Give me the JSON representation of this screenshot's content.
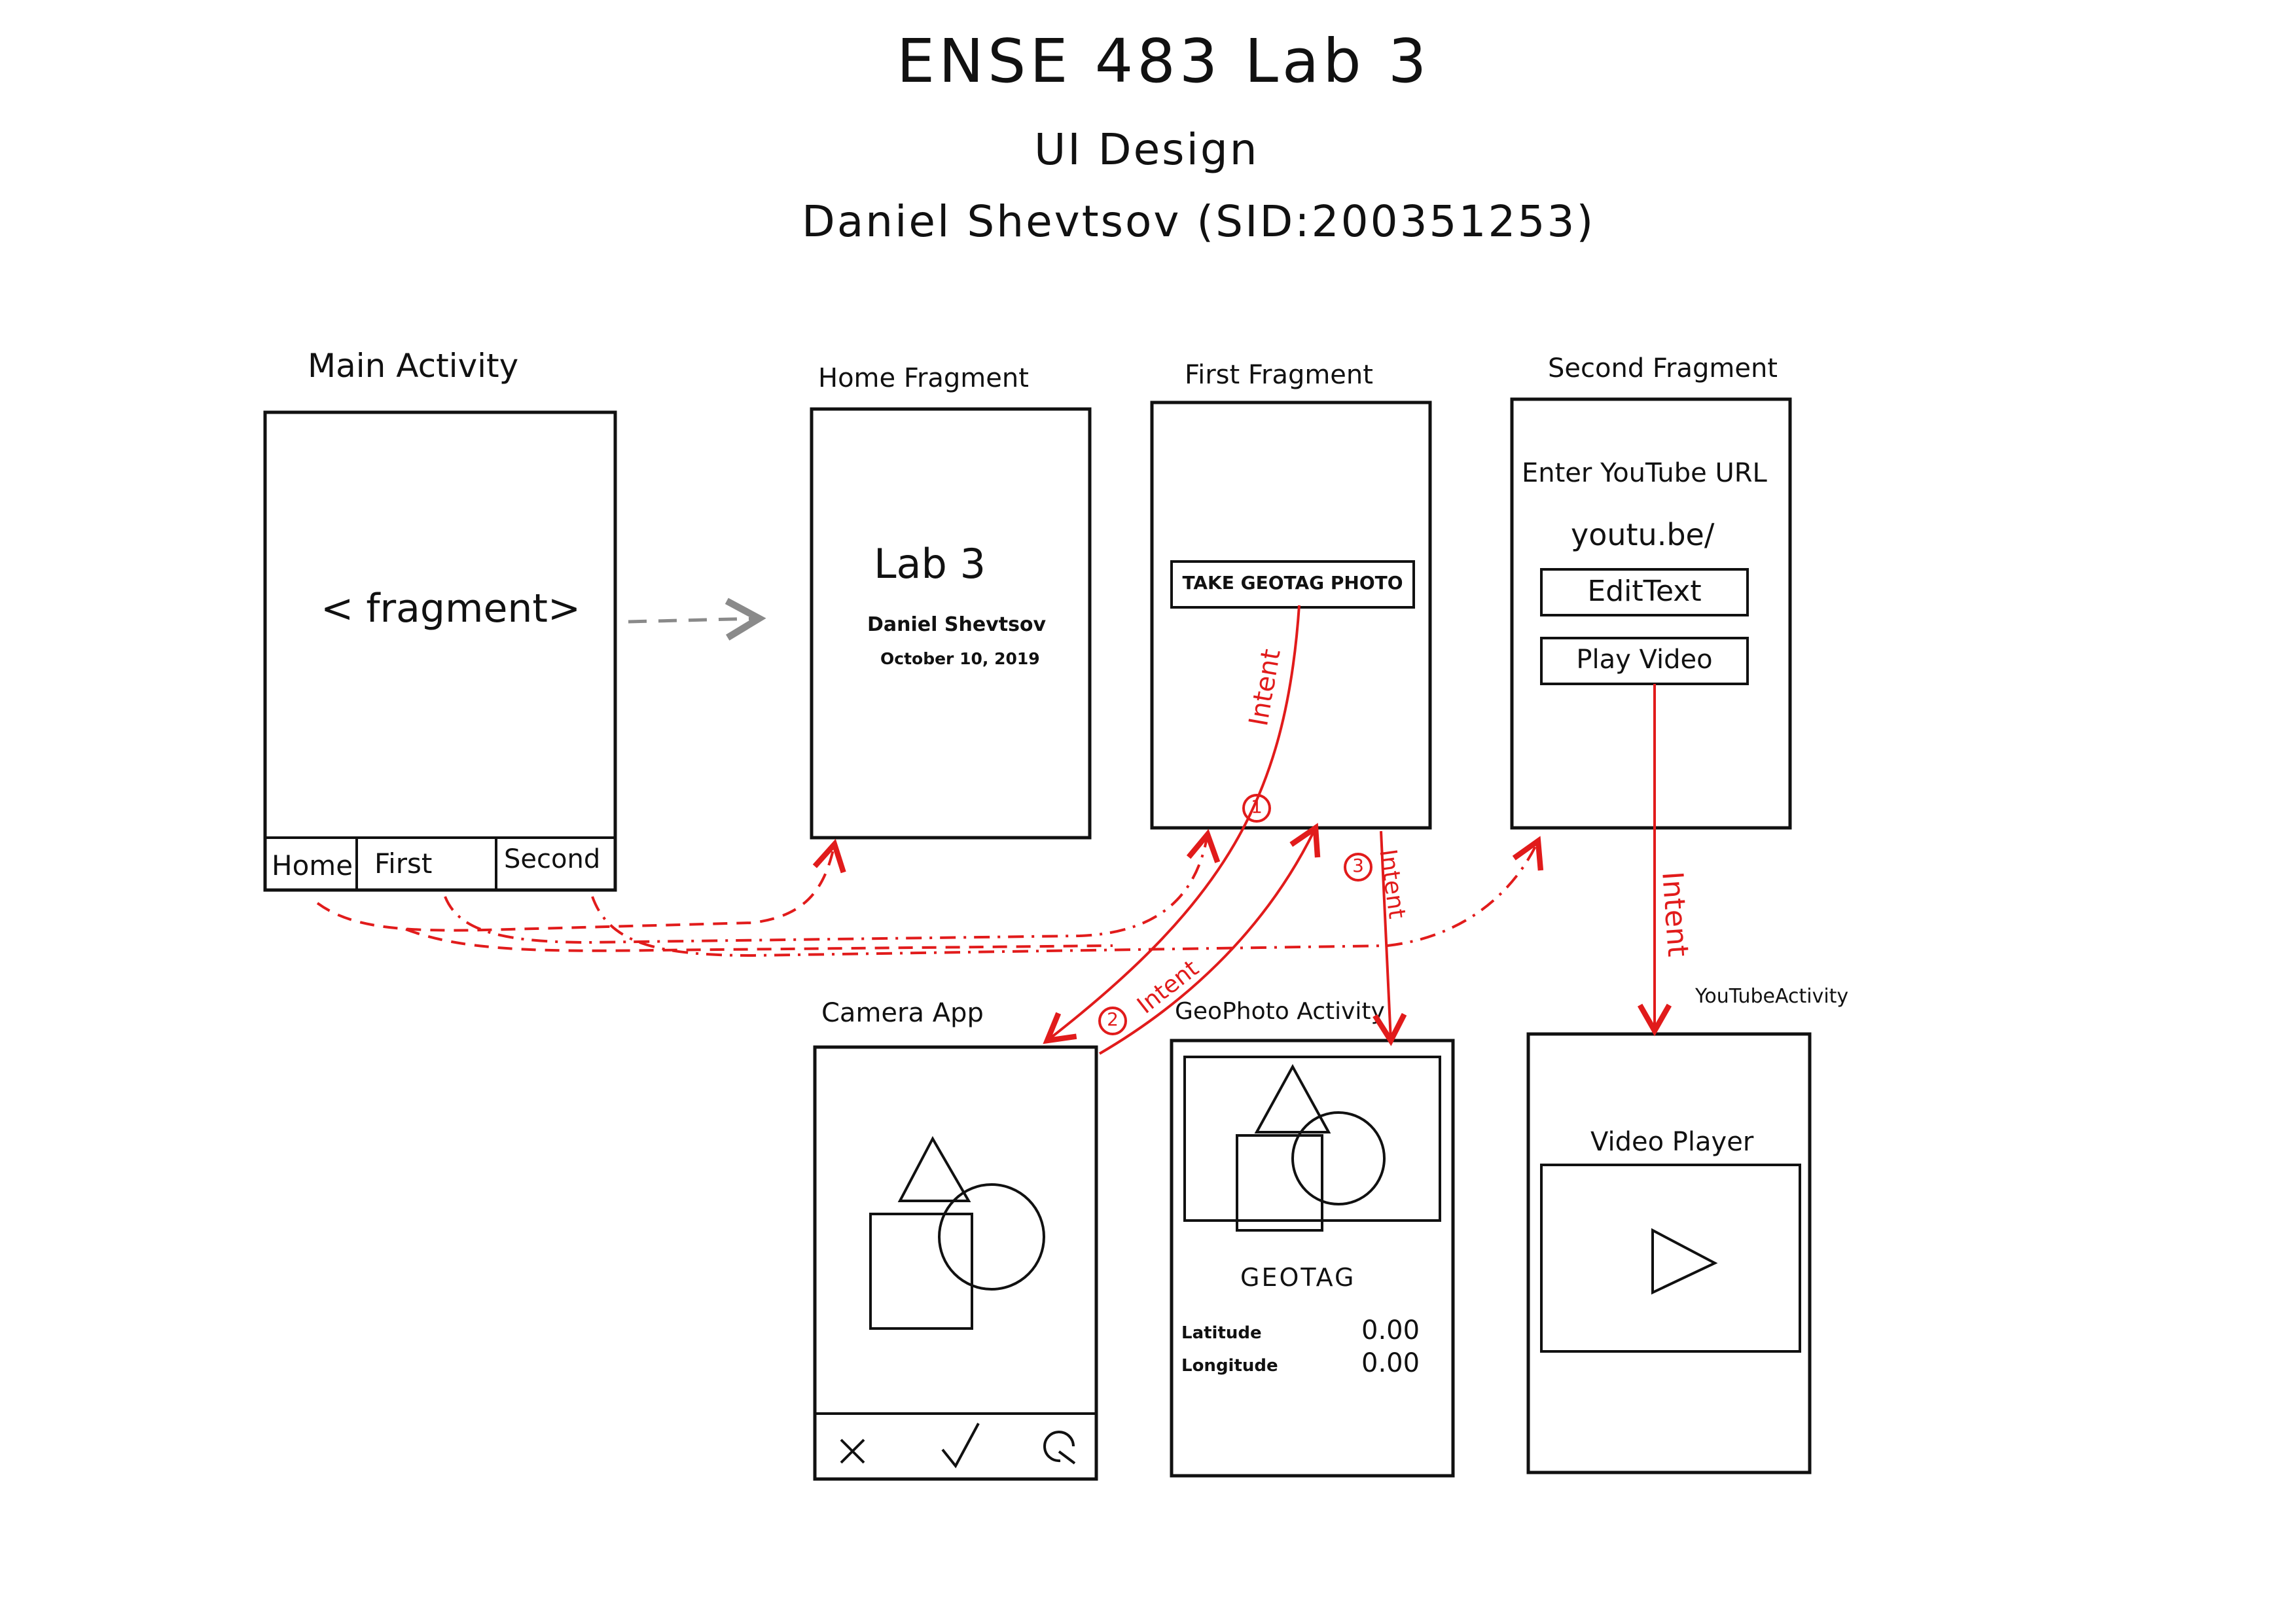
{
  "header": {
    "title": "ENSE 483 Lab 3",
    "subtitle": "UI Design",
    "author": "Daniel Shevtsov (SID:200351253)"
  },
  "main_activity": {
    "label": "Main Activity",
    "placeholder": "< fragment>",
    "tabs": [
      "Home",
      "First",
      "Second"
    ]
  },
  "home_fragment": {
    "label": "Home Fragment",
    "heading": "Lab 3",
    "name": "Daniel Shevtsov",
    "date": "October 10, 2019"
  },
  "first_fragment": {
    "label": "First Fragment",
    "button": "TAKE GEOTAG PHOTO"
  },
  "second_fragment": {
    "label": "Second Fragment",
    "prompt": "Enter YouTube URL",
    "prefix": "youtu.be/",
    "edit_text": "EditText",
    "play_button": "Play Video"
  },
  "camera_app": {
    "label": "Camera App",
    "actions": [
      "close-icon",
      "check-icon",
      "retake-icon"
    ]
  },
  "geophoto_activity": {
    "label": "GeoPhoto Activity",
    "geotag": "GEOTAG",
    "latitude_label": "Latitude",
    "latitude_value": "0.00",
    "longitude_label": "Longitude",
    "longitude_value": "0.00"
  },
  "youtube_activity": {
    "label": "YouTubeActivity",
    "player_label": "Video Player"
  },
  "intents": {
    "intent_label": "Intent",
    "step1": "1",
    "step2": "2",
    "step3": "3"
  },
  "colors": {
    "ink": "#111111",
    "intent": "#e11b1b",
    "navigation": "#8a8a8a"
  }
}
